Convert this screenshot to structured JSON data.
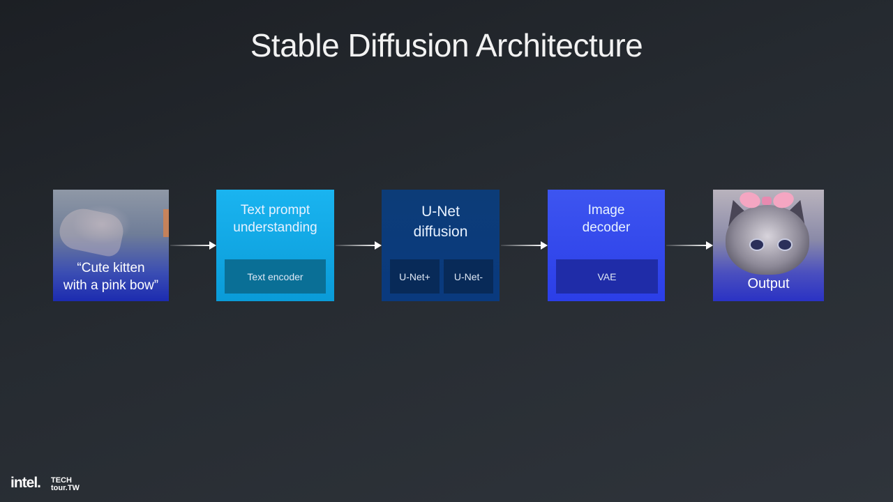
{
  "title": "Stable Diffusion Architecture",
  "input": {
    "prompt": "“Cute kitten\nwith a pink bow”"
  },
  "text_encoder_block": {
    "title": "Text prompt\nunderstanding",
    "sub_label": "Text encoder"
  },
  "unet_block": {
    "title": "U-Net\ndiffusion",
    "sub_labels": [
      "U-Net+",
      "U-Net-"
    ]
  },
  "decoder_block": {
    "title": "Image\ndecoder",
    "sub_label": "VAE"
  },
  "output": {
    "label": "Output"
  },
  "footer": {
    "logo_intel": "intel.",
    "logo_tech": "TECH\ntour.TW"
  },
  "colors": {
    "text_encoder": "#0a9bd8",
    "unet": "#0a3a7e",
    "decoder": "#2b3ee8",
    "background": "#262b31"
  }
}
